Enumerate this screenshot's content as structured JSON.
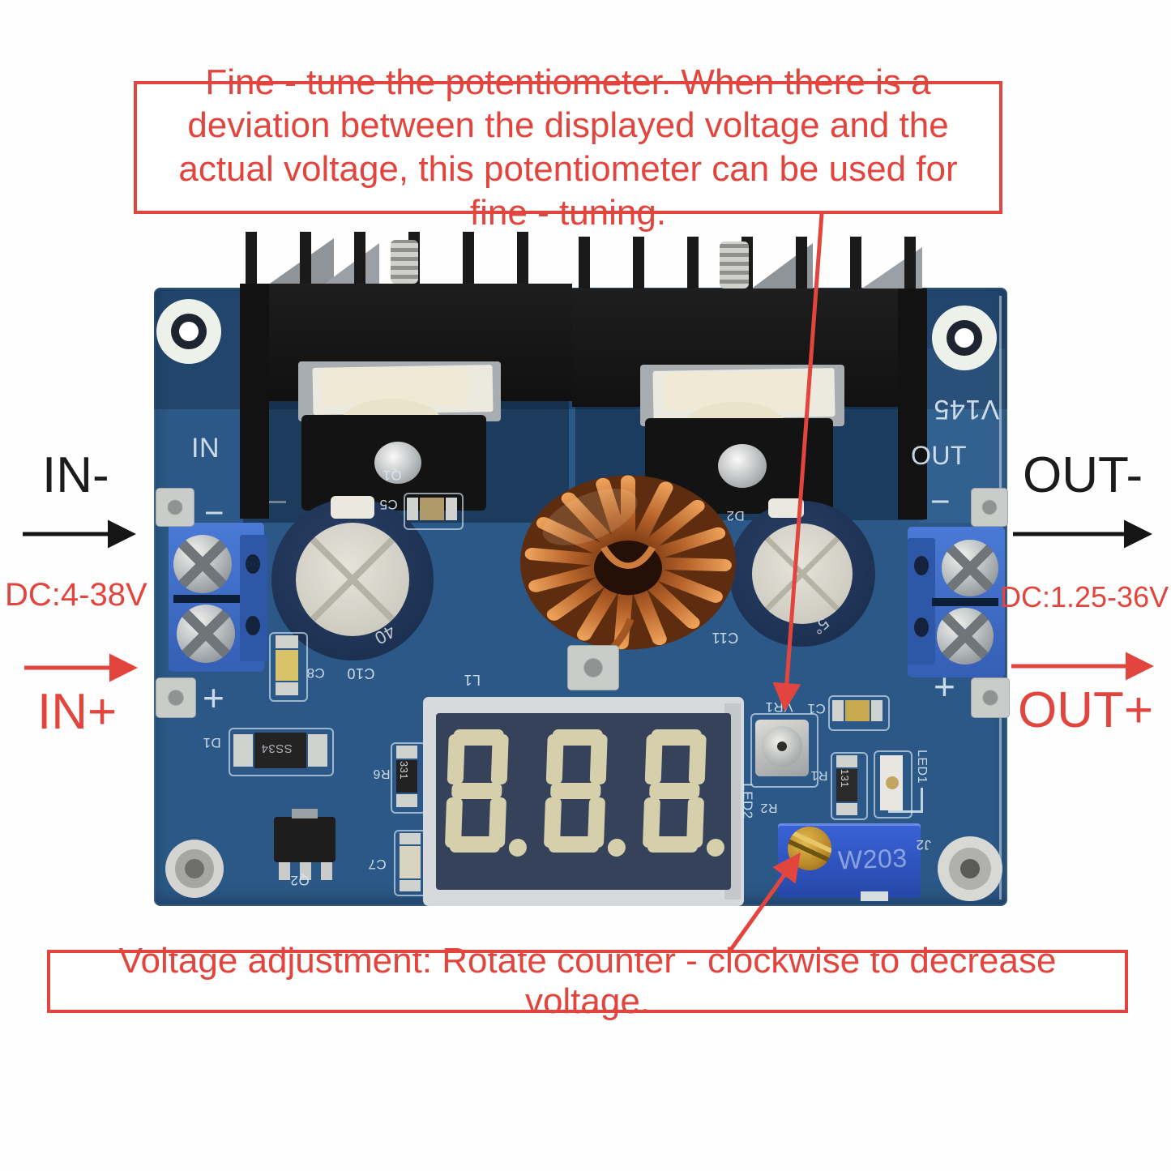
{
  "annotations": {
    "top_note": "Fine - tune the potentiometer. When there is a deviation between the displayed voltage and the actual voltage, this potentiometer can be used for fine - tuning.",
    "bottom_note": "Voltage adjustment: Rotate counter - clockwise to decrease voltage.",
    "left": {
      "neg": "IN-",
      "range": "DC:4-38V",
      "pos": "IN+"
    },
    "right": {
      "neg": "OUT-",
      "range": "DC:1.25-36V",
      "pos": "OUT+"
    }
  },
  "icons": {
    "in_minus_arrow": "arrow-right-black",
    "in_plus_arrow": "arrow-right-red",
    "out_minus_arrow": "arrow-right-black",
    "out_plus_arrow": "arrow-right-red",
    "fine_tune_pointer": "arrow-down-red",
    "voltage_adjust_pointer": "arrow-up-right-red"
  },
  "board": {
    "silkscreen": {
      "in": "IN",
      "out": "OUT",
      "version": "V145",
      "in_minus": "−",
      "in_plus": "+",
      "out_minus": "−",
      "out_plus": "+"
    },
    "refs": {
      "q1": "Q1",
      "d2": "D2",
      "c5": "C5",
      "c8": "C8",
      "c10": "C10",
      "c11": "C11",
      "l1": "L1",
      "d1": "D1",
      "q2": "Q2",
      "r6": "R6",
      "c7": "C7",
      "vr1": "VR1",
      "c1": "C1",
      "r1": "R1",
      "r2": "R2",
      "led1": "LED1",
      "led2": "LED2",
      "j2": "J2"
    },
    "markings": {
      "diode": "SS34",
      "r6_value": "331",
      "r1_value": "131",
      "trimmer": "W203",
      "cap_left": "40",
      "cap_right": "5°"
    }
  },
  "display": {
    "digits": [
      "8",
      "8",
      "8"
    ],
    "decimal_points": [
      true,
      true,
      true
    ]
  },
  "colors": {
    "annotation_red": "#e2453e",
    "arrow_black": "#151515",
    "pcb_blue": "#2b5886",
    "terminal_blue": "#3a6cc9",
    "trimmer_blue": "#2d54c4",
    "segment_beige": "#d6cfab",
    "copper": "#b5622a"
  }
}
